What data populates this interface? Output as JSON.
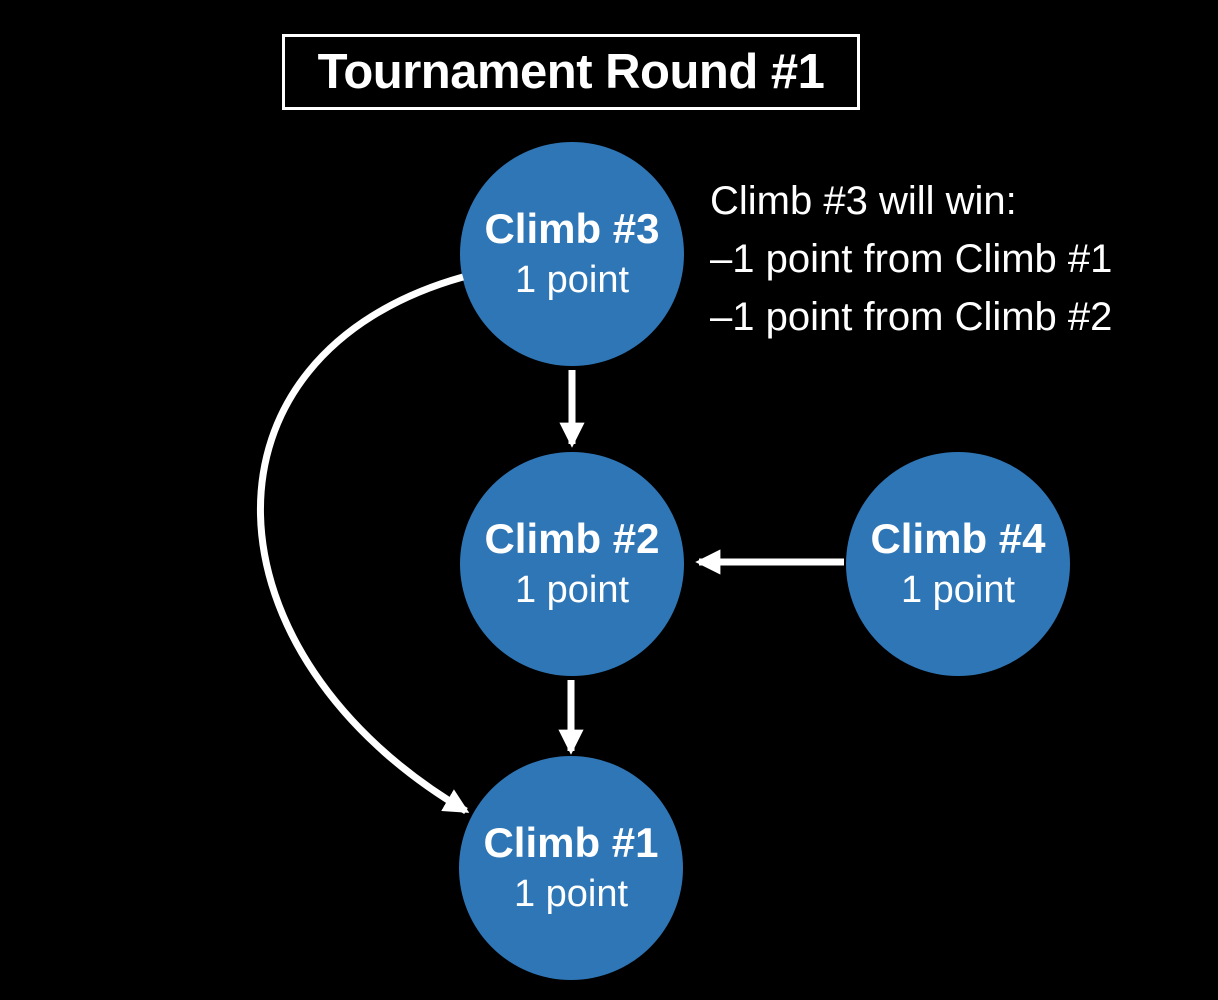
{
  "title": "Tournament Round #1",
  "annotation": {
    "lines": [
      "Climb #3 will win:",
      "–1 point from Climb #1",
      "–1 point from Climb #2"
    ]
  },
  "nodes": [
    {
      "id": "climb-3",
      "label": "Climb #3",
      "points": "1 point"
    },
    {
      "id": "climb-2",
      "label": "Climb #2",
      "points": "1 point"
    },
    {
      "id": "climb-4",
      "label": "Climb #4",
      "points": "1 point"
    },
    {
      "id": "climb-1",
      "label": "Climb #1",
      "points": "1 point"
    }
  ],
  "edges": [
    {
      "from": "Climb #3",
      "to": "Climb #2",
      "shape": "straight-down"
    },
    {
      "from": "Climb #2",
      "to": "Climb #1",
      "shape": "straight-down"
    },
    {
      "from": "Climb #4",
      "to": "Climb #2",
      "shape": "straight-left"
    },
    {
      "from": "Climb #3",
      "to": "Climb #1",
      "shape": "curved-left"
    }
  ],
  "colors": {
    "background": "#000000",
    "node_fill": "#2E76B6",
    "text": "#FFFFFF",
    "arrow": "#FFFFFF",
    "title_border": "#FFFFFF"
  }
}
